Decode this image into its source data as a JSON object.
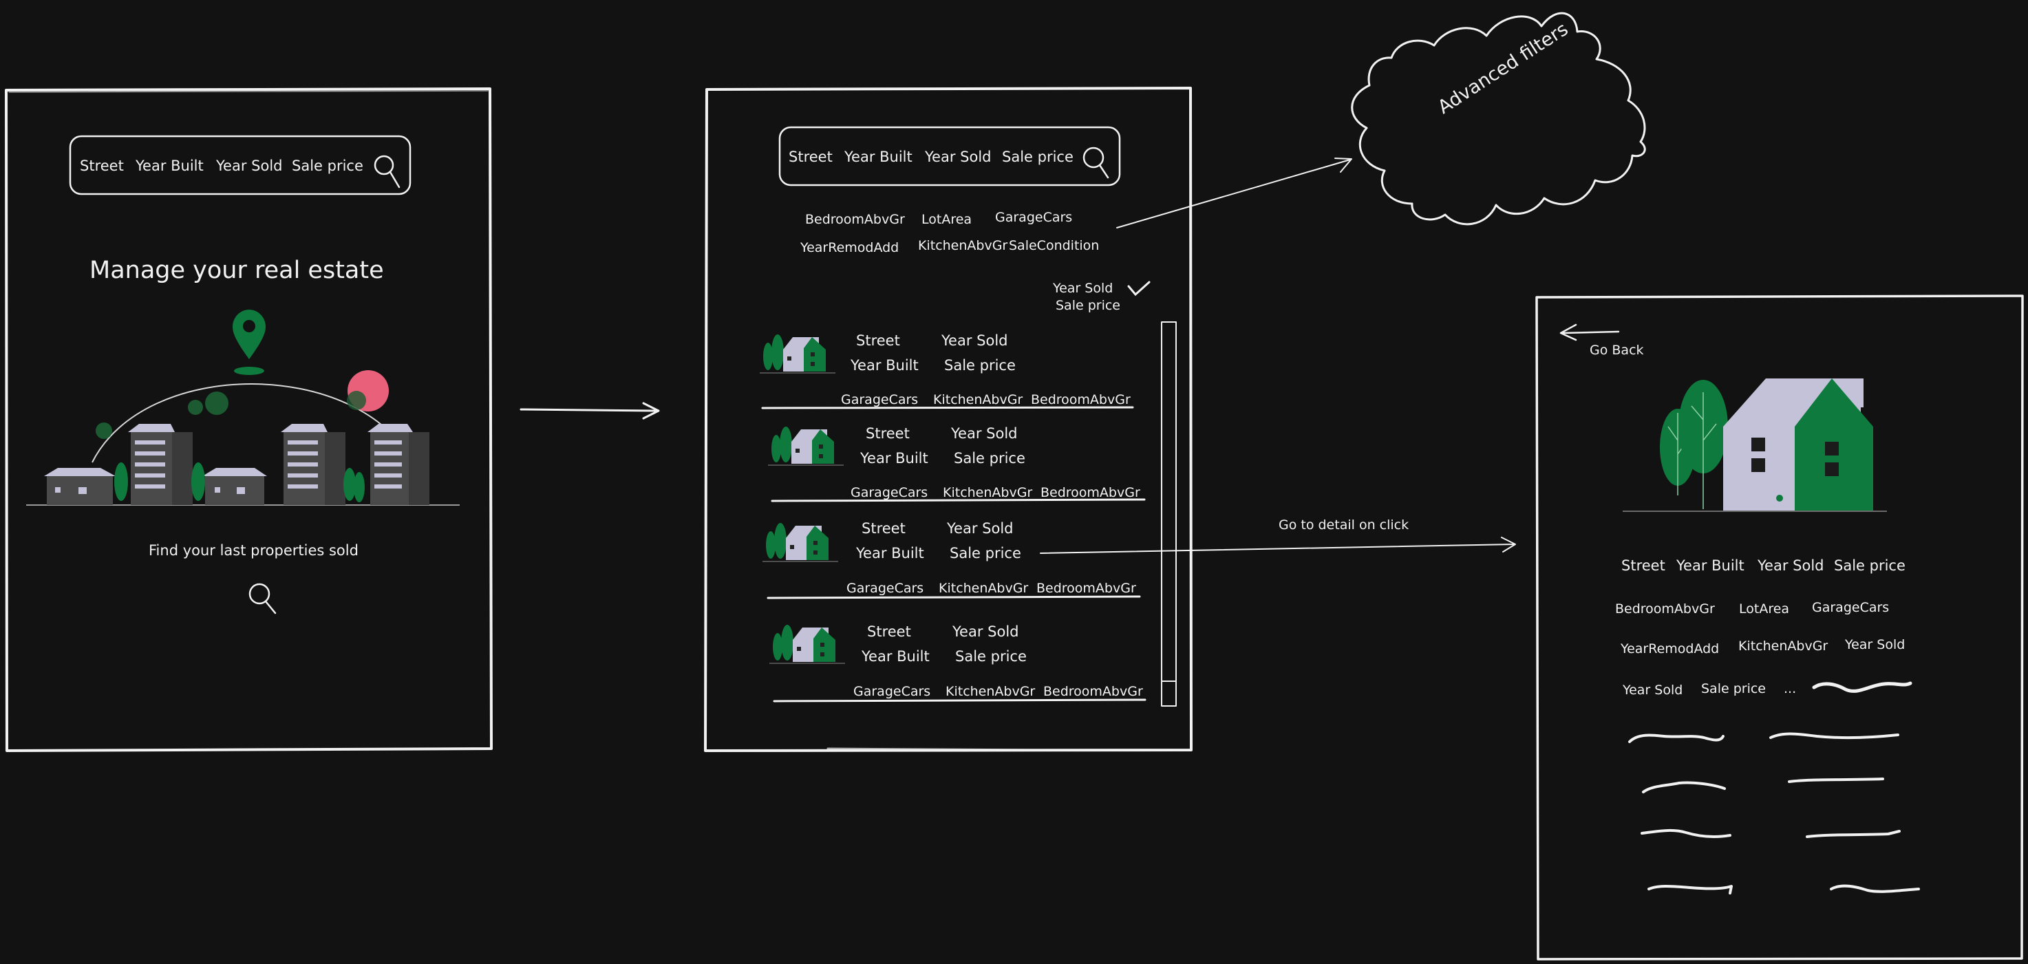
{
  "screen1": {
    "search": {
      "fields": [
        "Street",
        "Year Built",
        "Year Sold",
        "Sale price"
      ],
      "icon": "search-icon"
    },
    "headline": "Manage your real estate",
    "tagline": "Find your last properties sold",
    "icons": [
      "map-pin-icon",
      "search-icon"
    ]
  },
  "screen2": {
    "search": {
      "fields": [
        "Street",
        "Year Built",
        "Year Sold",
        "Sale price"
      ],
      "icon": "search-icon"
    },
    "filters": {
      "row1": [
        "BedroomAbvGr",
        "LotArea",
        "GarageCars"
      ],
      "row2": [
        "YearRemodAdd",
        "KitchenAbvGr",
        "SaleCondition"
      ]
    },
    "sort": {
      "option1": "Year Sold",
      "option2": "Sale price",
      "icon": "check-icon"
    },
    "cards": [
      {
        "col1": [
          "Street",
          "Year Built"
        ],
        "col2": [
          "Year Sold",
          "Sale price"
        ],
        "tags": [
          "GarageCars",
          "KitchenAbvGr",
          "BedroomAbvGr"
        ]
      },
      {
        "col1": [
          "Street",
          "Year Built"
        ],
        "col2": [
          "Year Sold",
          "Sale price"
        ],
        "tags": [
          "GarageCars",
          "KitchenAbvGr",
          "BedroomAbvGr"
        ]
      },
      {
        "col1": [
          "Street",
          "Year Built"
        ],
        "col2": [
          "Year Sold",
          "Sale price"
        ],
        "tags": [
          "GarageCars",
          "KitchenAbvGr",
          "BedroomAbvGr"
        ]
      },
      {
        "col1": [
          "Street",
          "Year Built"
        ],
        "col2": [
          "Year Sold",
          "Sale price"
        ],
        "tags": [
          "GarageCars",
          "KitchenAbvGr",
          "BedroomAbvGr"
        ]
      }
    ]
  },
  "annotations": {
    "advanced_filters": "Advanced filters",
    "go_detail": "Go to detail on click"
  },
  "screen3": {
    "back_label": "Go Back",
    "back_icon": "arrow-left-icon",
    "row1": [
      "Street",
      "Year Built",
      "Year Sold",
      "Sale price"
    ],
    "row2": [
      "BedroomAbvGr",
      "LotArea",
      "GarageCars"
    ],
    "row3": [
      "YearRemodAdd",
      "KitchenAbvGr",
      "Year Sold"
    ],
    "row4": [
      "Year Sold",
      "Sale price",
      "..."
    ]
  },
  "colors": {
    "background": "#121212",
    "stroke": "#f2f2f2",
    "accent_green": "#0f7a3d",
    "house_lavender": "#c3c2d8",
    "accent_pink": "#e8607a",
    "building_gray": "#4a4a4a"
  }
}
